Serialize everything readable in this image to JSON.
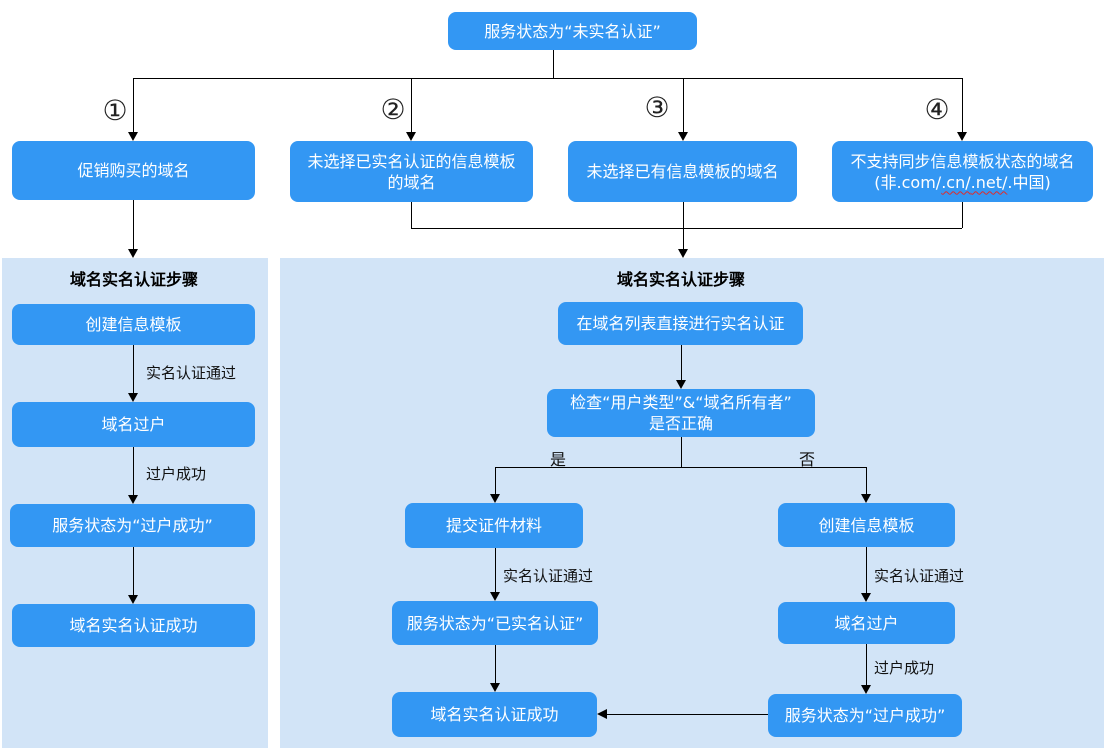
{
  "colors": {
    "node_blue": "#3397F3",
    "panel_bg": "#D2E4F7",
    "node_text": "#FFFFFF",
    "line": "#000000",
    "wavy_underline": "#E02A2A"
  },
  "root_box": {
    "label": "服务状态为“未实名认证”"
  },
  "branch_row": {
    "b1": {
      "num": "①",
      "line1": "促销购买的域名"
    },
    "b2": {
      "num": "②",
      "line1": "未选择已实名认证的信息模板",
      "line2": "的域名"
    },
    "b3": {
      "num": "③",
      "line1": "未选择已有信息模板的域名"
    },
    "b4": {
      "num": "④",
      "line1": "不支持同步信息模板状态的域名",
      "line2_pre": "(非.com/",
      "line2_wavy1": ".cn/",
      "line2_wavy2": ".net/",
      "line2_post": ".中国)"
    }
  },
  "left_panel": {
    "title": "域名实名认证步骤",
    "step1": "创建信息模板",
    "edge1": "实名认证通过",
    "step2": "域名过户",
    "edge2": "过户成功",
    "step3": "服务状态为“过户成功”",
    "step4": "域名实名认证成功"
  },
  "right_panel": {
    "title": "域名实名认证步骤",
    "step1": "在域名列表直接进行实名认证",
    "check_line1": "检查“用户类型”&“域名所有者”",
    "check_line2": "是否正确",
    "yes": "是",
    "no": "否",
    "yes_branch": {
      "step1": "提交证件材料",
      "edge1": "实名认证通过",
      "step2": "服务状态为“已实名认证”",
      "step3": "域名实名认证成功"
    },
    "no_branch": {
      "step1": "创建信息模板",
      "edge1": "实名认证通过",
      "step2": "域名过户",
      "edge2": "过户成功",
      "step3": "服务状态为“过户成功”"
    }
  }
}
